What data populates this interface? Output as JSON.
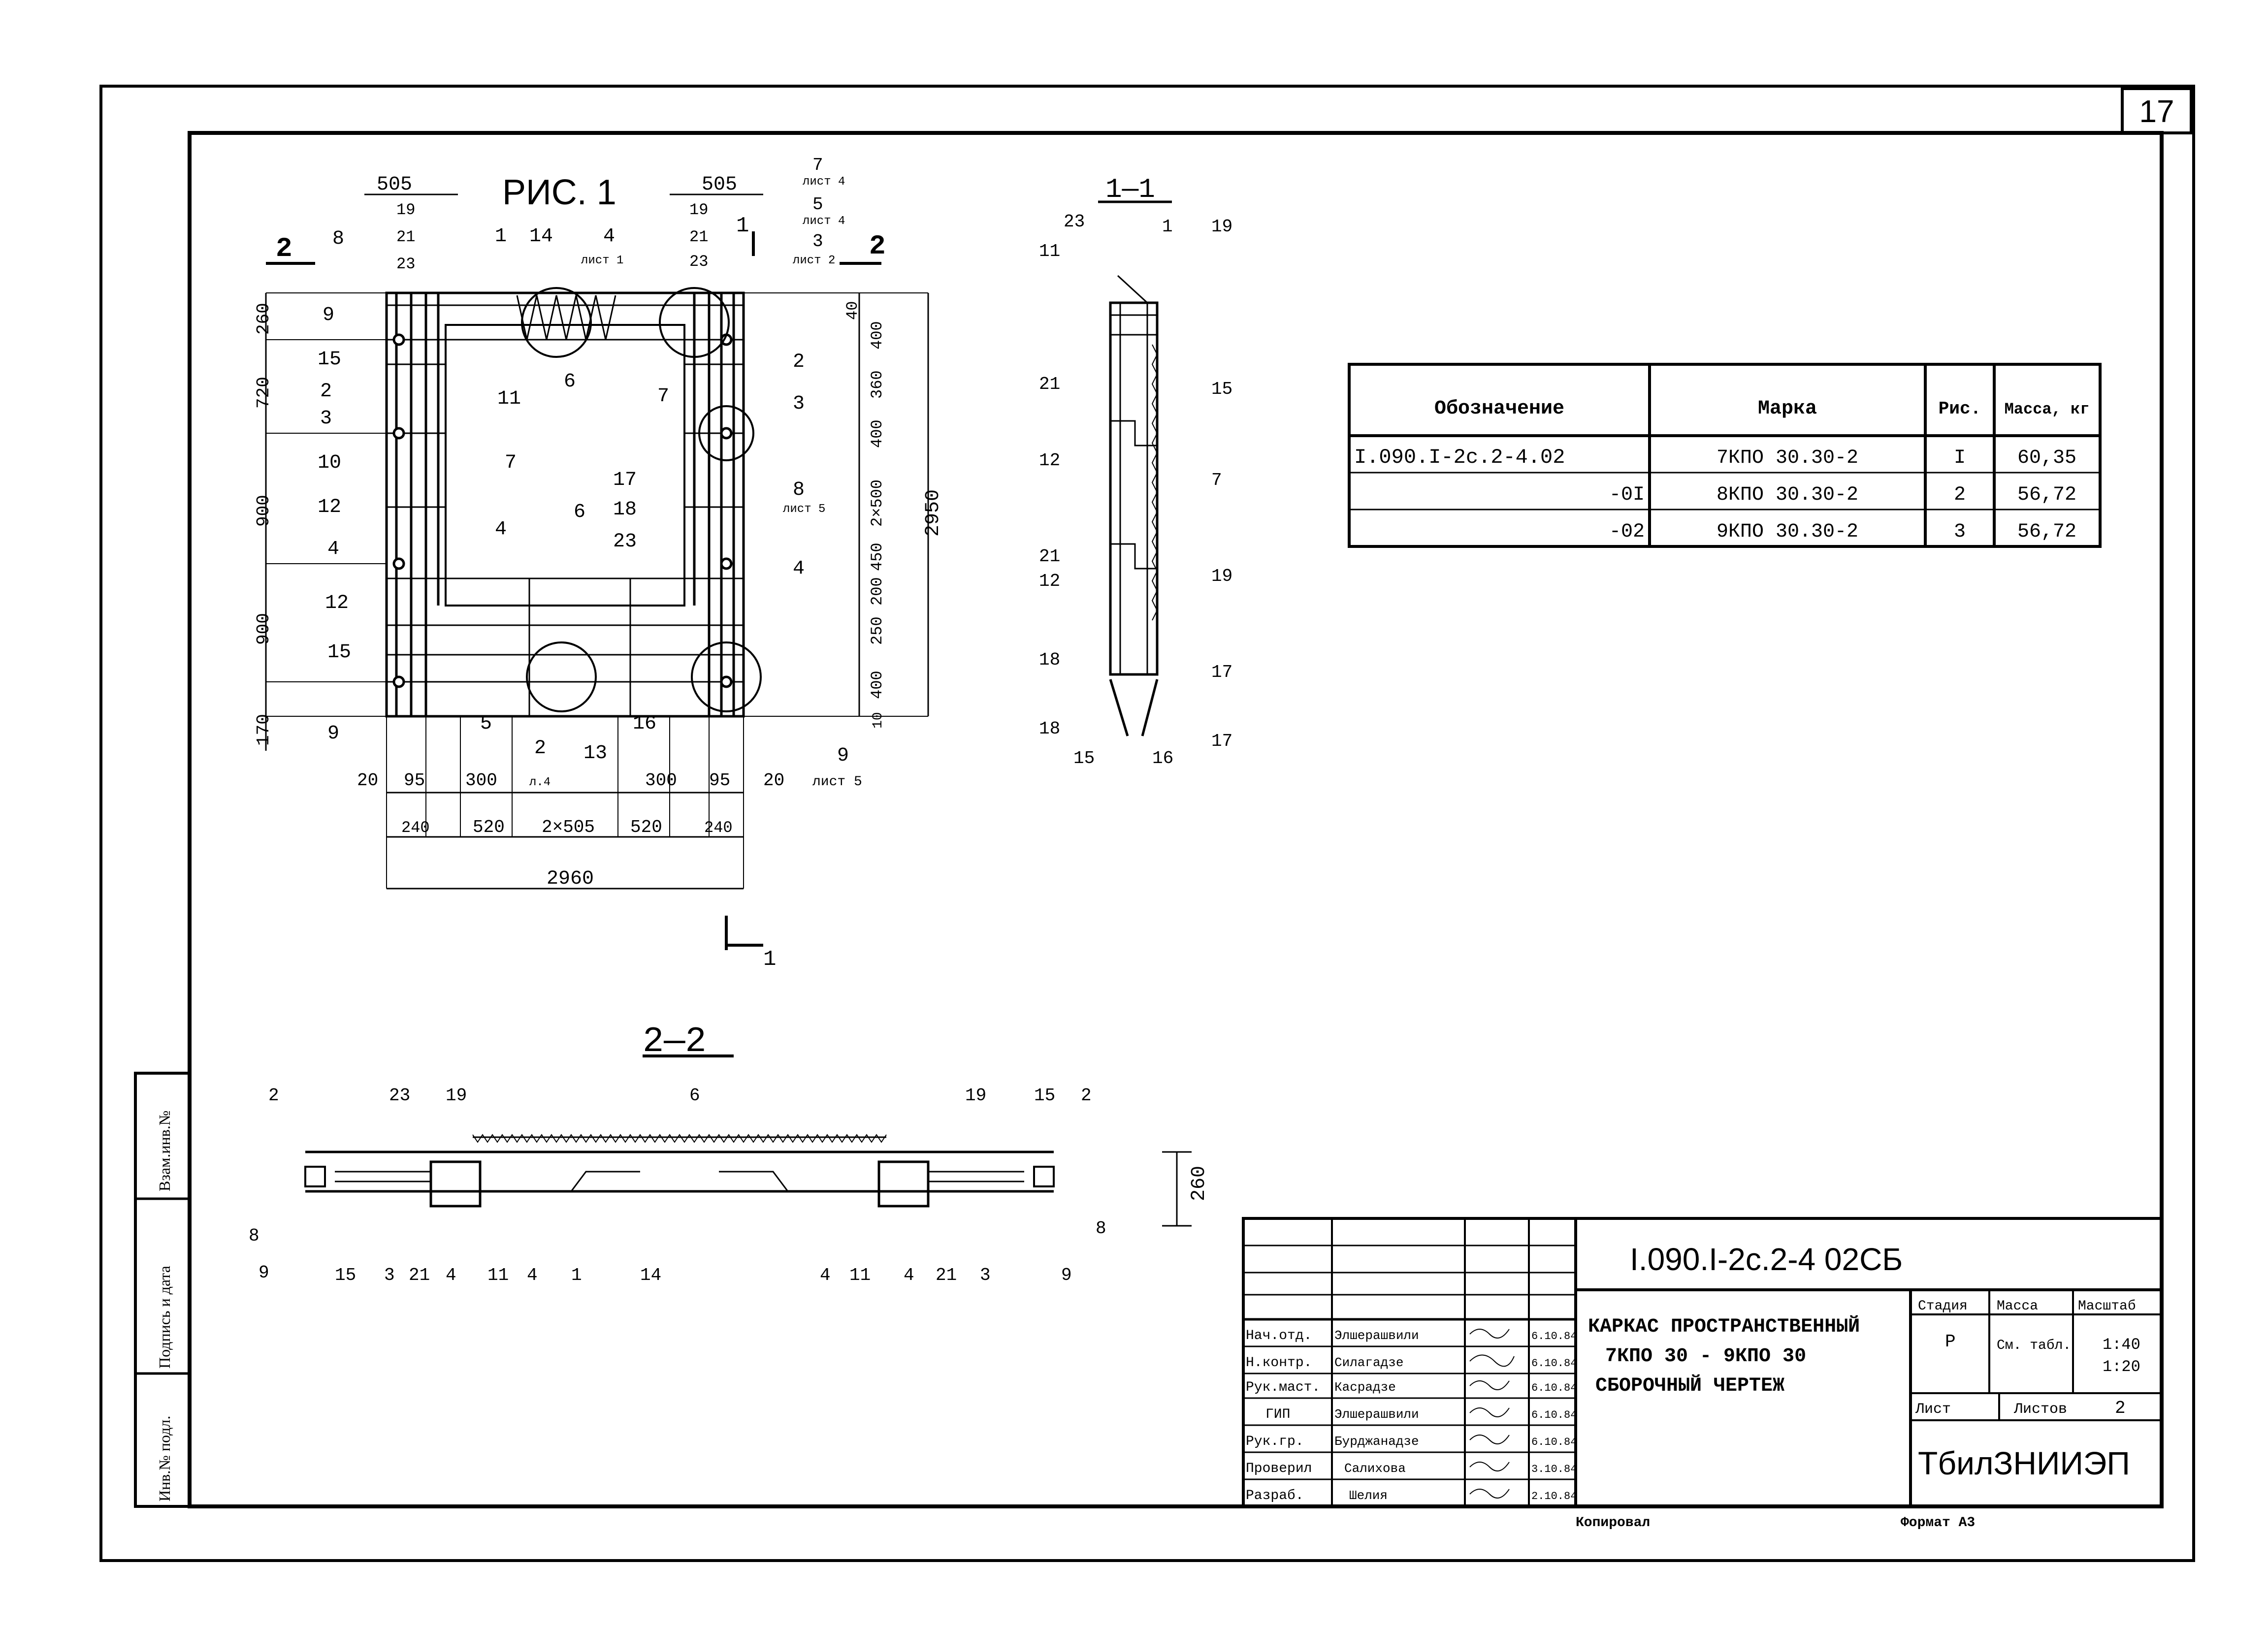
{
  "sheet_number": "17",
  "fig_title": "РИС. 1",
  "section_1_1": "1—1",
  "section_2_2": "2—2",
  "cut_labels": {
    "two": "2",
    "one": "1"
  },
  "notes": {
    "list4": "лист 4",
    "list5": "лист 5",
    "list2": "лист 2",
    "l4": "л.4",
    "list1": "лист 1"
  },
  "plan": {
    "top_dims": [
      "505",
      "505"
    ],
    "top_left_marks": [
      "19",
      "21",
      "23"
    ],
    "top_right_marks": [
      "19",
      "21",
      "23"
    ],
    "top_right_notes": [
      "7",
      "5",
      "3"
    ],
    "left_dims": [
      "260",
      "720",
      "900",
      "900",
      "170"
    ],
    "right_dims": [
      "40",
      "400",
      "360",
      "400",
      "2×500",
      "450",
      "200",
      "250",
      "400",
      "10"
    ],
    "overall_height": "2950",
    "bottom_dims_row1": [
      "20",
      "95",
      "300",
      "300",
      "95",
      "20"
    ],
    "bottom_dims_row2": [
      "240",
      "520",
      "2×505",
      "520",
      "240"
    ],
    "overall_width": "2960",
    "left_marks": [
      "8",
      "9",
      "15",
      "2",
      "3",
      "10",
      "12",
      "4",
      "12",
      "15",
      "9"
    ],
    "inner_marks": [
      "1",
      "14",
      "4",
      "6",
      "11",
      "7",
      "4",
      "6",
      "17",
      "18",
      "23",
      "16",
      "5",
      "2",
      "13"
    ],
    "right_marks": [
      "2",
      "3",
      "8",
      "4",
      "7",
      "9"
    ]
  },
  "section11_marks": {
    "left": [
      "23",
      "11",
      "21",
      "12",
      "21",
      "12",
      "18",
      "18",
      "15"
    ],
    "right": [
      "1",
      "19",
      "15",
      "7",
      "19",
      "17",
      "17",
      "16"
    ]
  },
  "section22": {
    "dim": "260",
    "top_marks": [
      "2",
      "23",
      "19",
      "6",
      "19",
      "15",
      "2"
    ],
    "bottom_marks": [
      "8",
      "9",
      "15",
      "3",
      "21",
      "4",
      "11",
      "4",
      "1",
      "14",
      "4",
      "11",
      "4",
      "21",
      "3",
      "9",
      "8"
    ]
  },
  "spec_table": {
    "headers": [
      "Обозначение",
      "Марка",
      "Рис.",
      "Масса, кг"
    ],
    "rows": [
      [
        "I.090.I-2с.2-4.02",
        "7КПО 30.30-2",
        "I",
        "60,35"
      ],
      [
        "-0I",
        "8КПО 30.30-2",
        "2",
        "56,72"
      ],
      [
        "-02",
        "9КПО 30.30-2",
        "3",
        "56,72"
      ]
    ]
  },
  "title_block": {
    "code": "I.090.I-2с.2-4  02СБ",
    "title_lines": [
      "КАРКАС ПРОСТРАНСТВЕННЫЙ",
      "7КПО 30 - 9КПО 30",
      "СБОРОЧНЫЙ ЧЕРТЕЖ"
    ],
    "roles": [
      "Нач.отд.",
      "Н.контр.",
      "Рук.маст.",
      "ГИП",
      "Рук.гр.",
      "Проверил",
      "Разраб."
    ],
    "names": [
      "Элшерашвили",
      "Силагадзе",
      "Касрадзе",
      "Элшерашвили",
      "Бурджанадзе",
      "Салихова",
      "Шелия"
    ],
    "dates": [
      "6.10.84",
      "6.10.84",
      "6.10.84",
      "6.10.84",
      "6.10.84",
      "3.10.84",
      "2.10.84"
    ],
    "stage_label": "Стадия",
    "stage": "Р",
    "mass_label": "Масса",
    "mass": "См. табл.",
    "scale_label": "Масштаб",
    "scale": [
      "1:40",
      "1:20"
    ],
    "sheet_label": "Лист",
    "sheets_label": "Листов",
    "sheets": "2",
    "org": "ТбилЗНИИЭП",
    "copied": "Копировал",
    "format": "Формат А3"
  },
  "side_stamp": [
    "Взам.инв.№",
    "Подпись и дата",
    "Инв.№ подл."
  ]
}
